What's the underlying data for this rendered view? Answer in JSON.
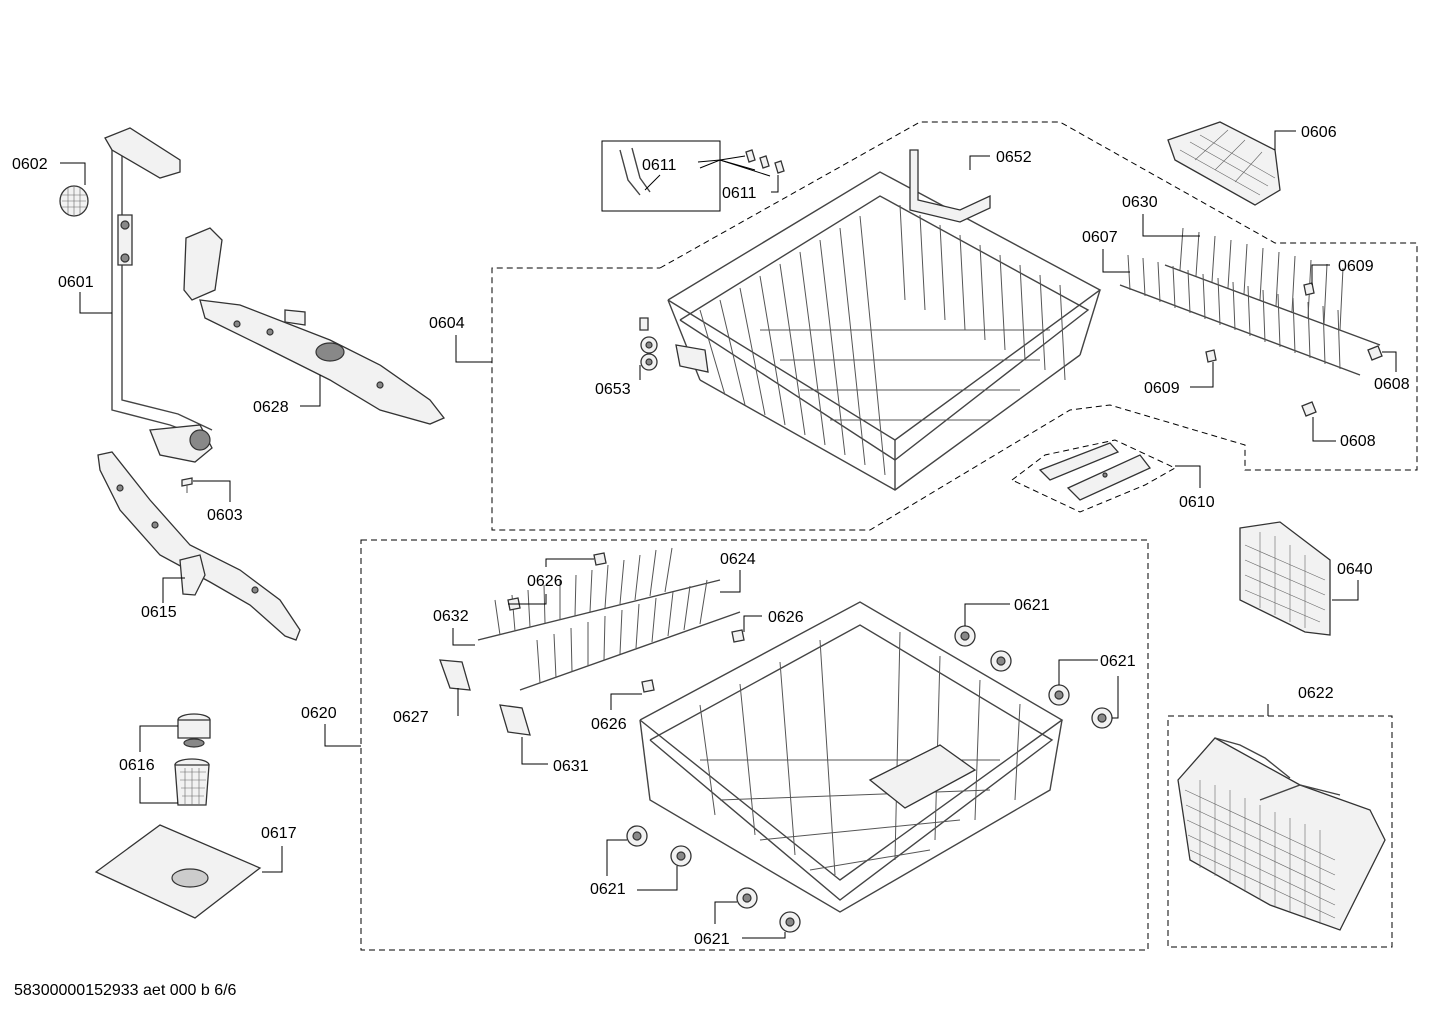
{
  "footer_code": "58300000152933 aet 000 b 6/6",
  "callouts": [
    {
      "id": "c0602",
      "text": "0602"
    },
    {
      "id": "c0601",
      "text": "0601"
    },
    {
      "id": "c0628",
      "text": "0628"
    },
    {
      "id": "c0603",
      "text": "0603"
    },
    {
      "id": "c0615",
      "text": "0615"
    },
    {
      "id": "c0616",
      "text": "0616"
    },
    {
      "id": "c0617",
      "text": "0617"
    },
    {
      "id": "c0611a",
      "text": "0611"
    },
    {
      "id": "c0611b",
      "text": "0611"
    },
    {
      "id": "c0652",
      "text": "0652"
    },
    {
      "id": "c0604",
      "text": "0604"
    },
    {
      "id": "c0653",
      "text": "0653"
    },
    {
      "id": "c0606",
      "text": "0606"
    },
    {
      "id": "c0630",
      "text": "0630"
    },
    {
      "id": "c0607",
      "text": "0607"
    },
    {
      "id": "c0609a",
      "text": "0609"
    },
    {
      "id": "c0609b",
      "text": "0609"
    },
    {
      "id": "c0608a",
      "text": "0608"
    },
    {
      "id": "c0608b",
      "text": "0608"
    },
    {
      "id": "c0610",
      "text": "0610"
    },
    {
      "id": "c0640",
      "text": "0640"
    },
    {
      "id": "c0626a",
      "text": "0626"
    },
    {
      "id": "c0624",
      "text": "0624"
    },
    {
      "id": "c0632",
      "text": "0632"
    },
    {
      "id": "c0626b",
      "text": "0626"
    },
    {
      "id": "c0621a",
      "text": "0621"
    },
    {
      "id": "c0621b",
      "text": "0621"
    },
    {
      "id": "c0627",
      "text": "0627"
    },
    {
      "id": "c0626c",
      "text": "0626"
    },
    {
      "id": "c0620",
      "text": "0620"
    },
    {
      "id": "c0631",
      "text": "0631"
    },
    {
      "id": "c0622",
      "text": "0622"
    },
    {
      "id": "c0621c",
      "text": "0621"
    },
    {
      "id": "c0621d",
      "text": "0621"
    }
  ]
}
